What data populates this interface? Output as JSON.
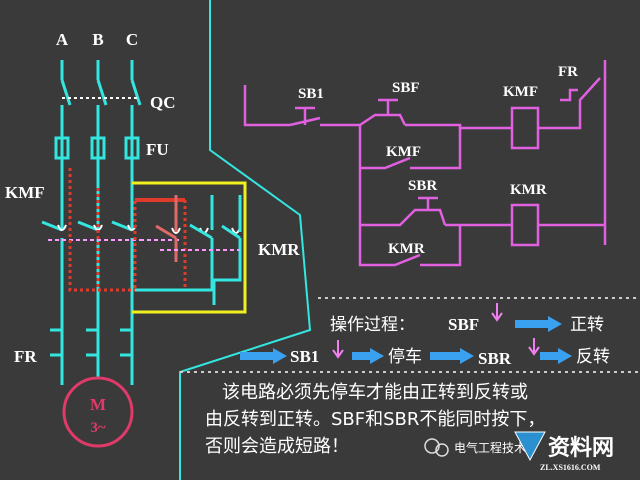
{
  "phases": [
    "A",
    "B",
    "C"
  ],
  "power": {
    "breaker": "QC",
    "fuse": "FU",
    "forward_contactor": "KMF",
    "reverse_contactor": "KMR",
    "overload_relay": "FR",
    "motor_line1": "M",
    "motor_line2": "3~"
  },
  "control": {
    "sb1": "SB1",
    "sbf": "SBF",
    "kmf_coil": "KMF",
    "fr_contact": "FR",
    "kmf_hold": "KMF",
    "sbr": "SBR",
    "kmr_coil": "KMR",
    "kmr_interlock": "KMR"
  },
  "operation": {
    "title": "操作过程：",
    "sbf": "SBF",
    "forward": "正转",
    "sb1": "SB1",
    "stop": "停车",
    "sbr": "SBR",
    "reverse": "反转"
  },
  "note": {
    "line1": "该电路必须先停车才能由正转到反转或",
    "line2": "由反转到正转。SBF和SBR不能同时按下，",
    "line3": "否则会造成短路！"
  },
  "watermark": {
    "source": "电气工程技术",
    "brand": "资料网",
    "url": "ZL.XS1616.COM"
  },
  "colors": {
    "background": "#3a3a3a",
    "power_wire": "#33e6e0",
    "control_wire": "#e060e0",
    "label": "#ffffff",
    "forward_path": "#e03a2a",
    "reverse_path": "#f0f020",
    "arrow": "#3aa0f0",
    "motor": "#e03a6a"
  }
}
